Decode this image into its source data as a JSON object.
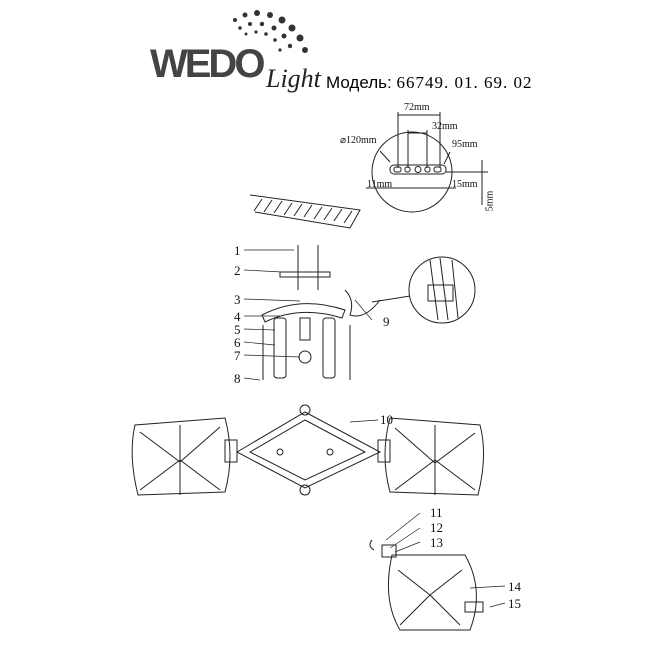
{
  "header": {
    "brand": "WEDO",
    "brand_sub": "Light",
    "model_label": "Модель:",
    "model_value": "66749. 01. 69. 02"
  },
  "dimensions": {
    "d72": "72mm",
    "d32": "32mm",
    "d120": "⌀120mm",
    "d95": "95mm",
    "d11": "11mm",
    "d15": "15mm",
    "d5": "5mm"
  },
  "parts": [
    "1",
    "2",
    "3",
    "4",
    "5",
    "6",
    "7",
    "8",
    "9",
    "10",
    "11",
    "12",
    "13",
    "14",
    "15"
  ]
}
